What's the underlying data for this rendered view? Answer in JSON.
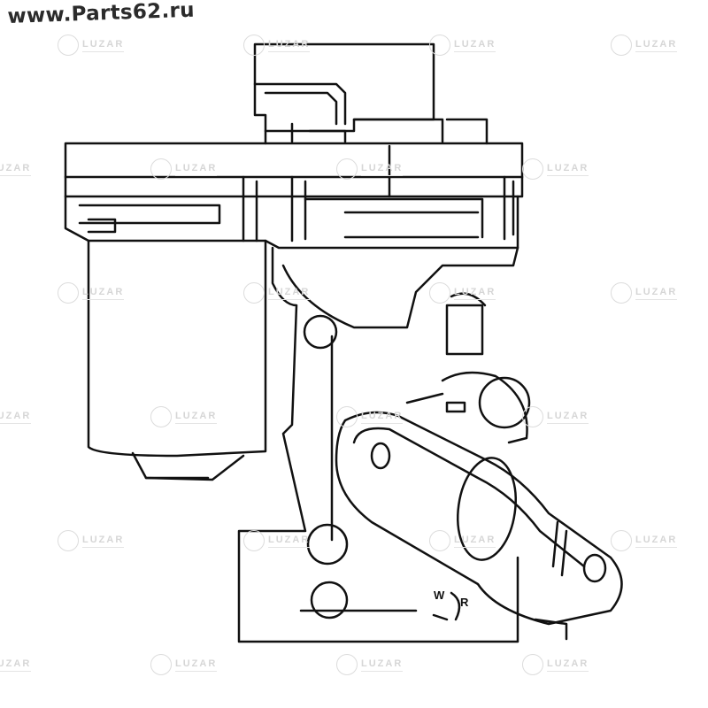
{
  "site_watermark": "www.Parts62.ru",
  "brand_watermark": "LUZAR",
  "drawing_marks": {
    "mark_w": "W",
    "mark_r": "R"
  },
  "colors": {
    "line": "#111111",
    "watermark": "#d6d6d6"
  }
}
